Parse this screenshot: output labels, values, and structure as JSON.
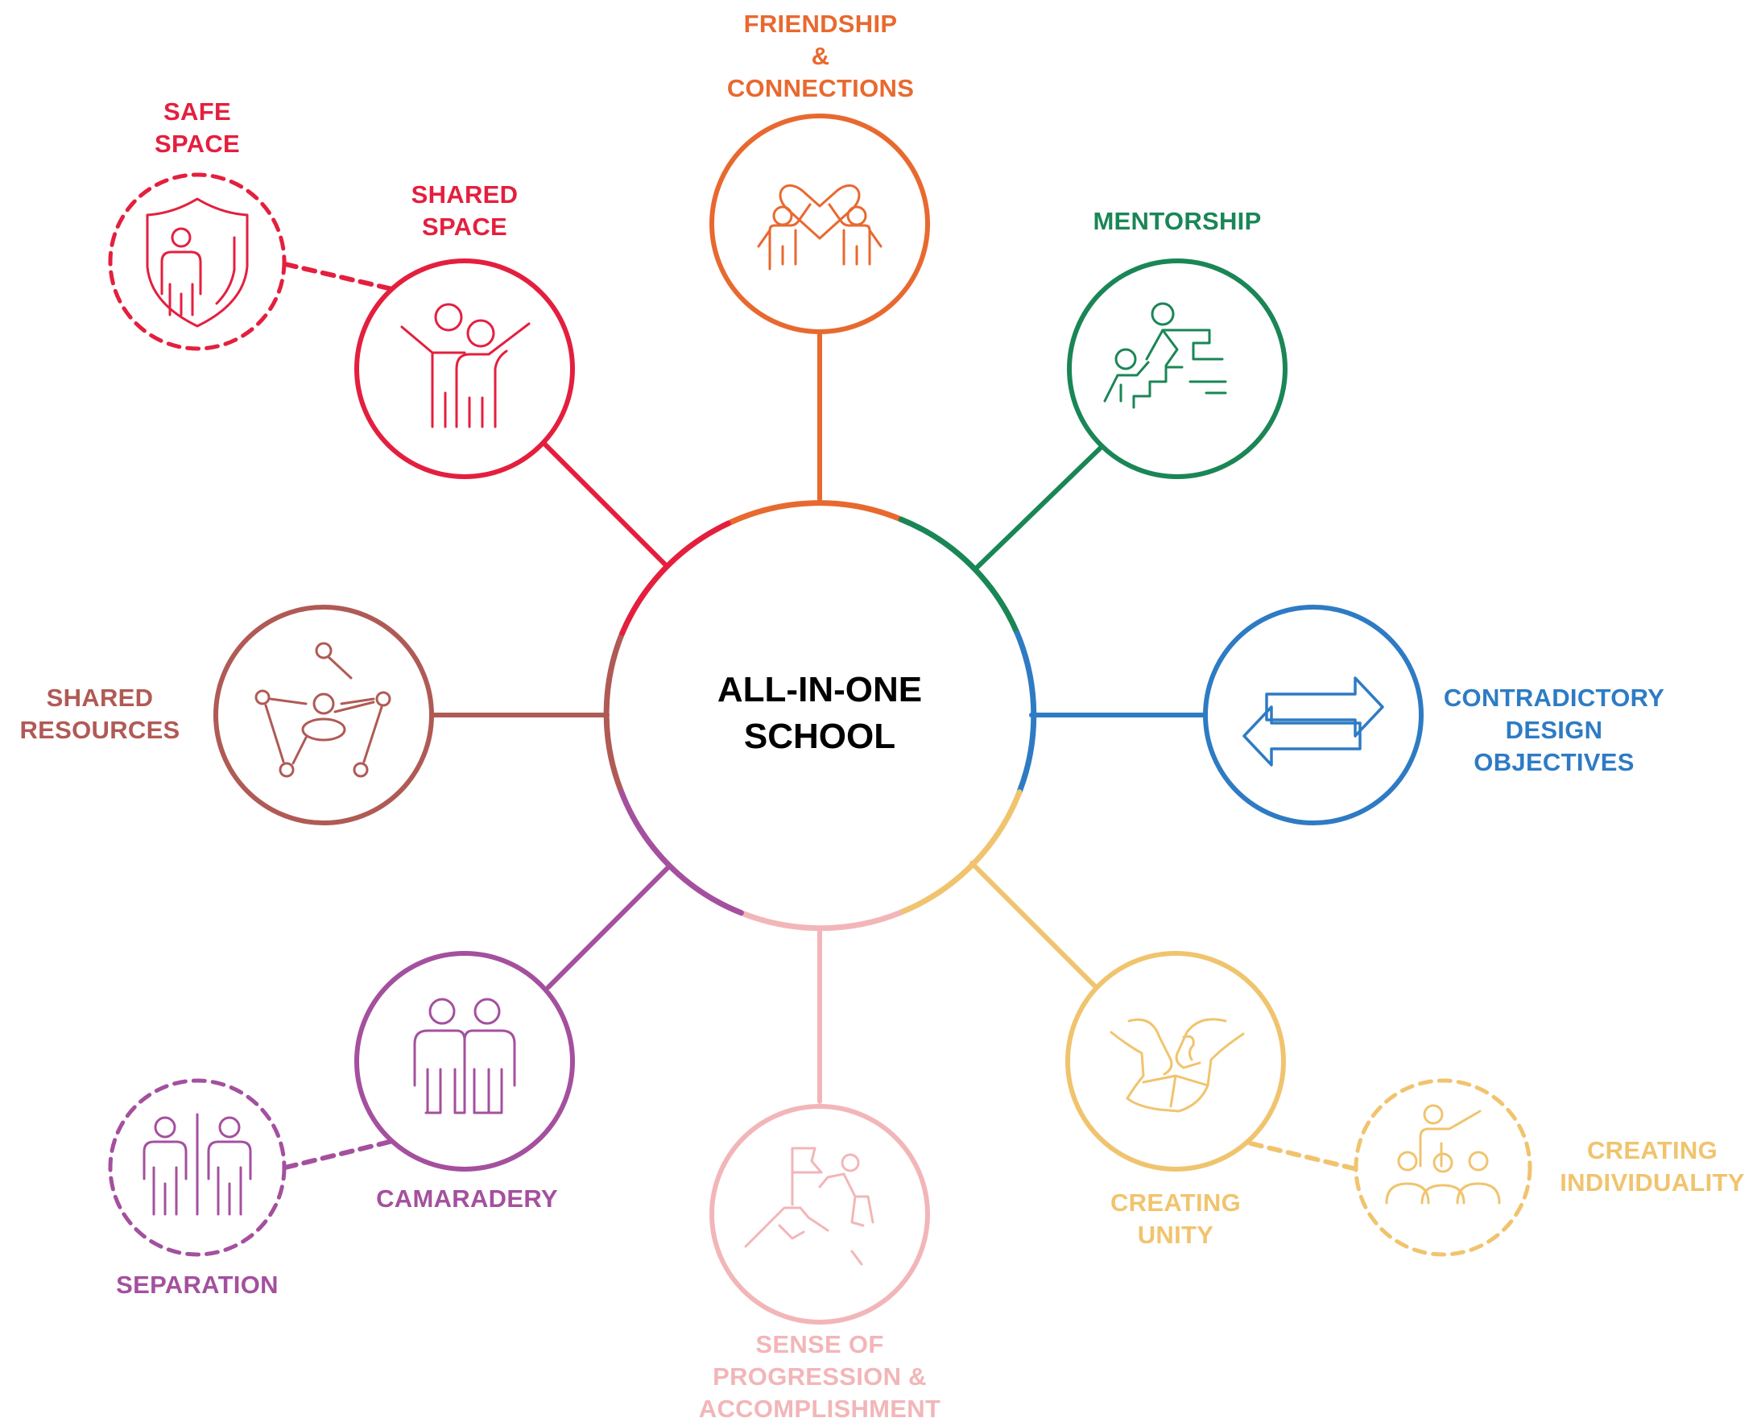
{
  "center": {
    "label": "ALL-IN-ONE\nSCHOOL",
    "color": "#000000"
  },
  "nodes": {
    "friendship": {
      "label": "FRIENDSHIP\n&\nCONNECTIONS",
      "color": "#E8692F",
      "icon": "friends-heart-icon"
    },
    "mentorship": {
      "label": "MENTORSHIP",
      "color": "#1A8656",
      "icon": "mentor-stairs-icon"
    },
    "contradictory": {
      "label": "CONTRADICTORY\nDESIGN OBJECTIVES",
      "color": "#2E7BC4",
      "icon": "opposite-arrows-icon"
    },
    "creating_unity": {
      "label": "CREATING\nUNITY",
      "color": "#F0C46E",
      "icon": "puzzle-hands-icon"
    },
    "progression": {
      "label": "SENSE OF\nPROGRESSION &\nACCOMPLISHMENT",
      "color": "#F2B6B8",
      "icon": "summit-flag-icon"
    },
    "camaradery": {
      "label": "CAMARADERY",
      "color": "#A4509E",
      "icon": "two-people-icon"
    },
    "shared_resources": {
      "label": "SHARED\nRESOURCES",
      "color": "#B05A55",
      "icon": "network-icon"
    },
    "shared_space": {
      "label": "SHARED\nSPACE",
      "color": "#E41F3E",
      "icon": "people-waving-icon"
    }
  },
  "satellites": {
    "safe_space": {
      "label": "SAFE\nSPACE",
      "color": "#E41F3E",
      "icon": "shield-person-icon"
    },
    "separation": {
      "label": "SEPARATION",
      "color": "#A4509E",
      "icon": "separated-people-icon"
    },
    "creating_individuality": {
      "label": "CREATING\nINDIVIDUALITY",
      "color": "#F0C46E",
      "icon": "group-leader-icon"
    }
  }
}
